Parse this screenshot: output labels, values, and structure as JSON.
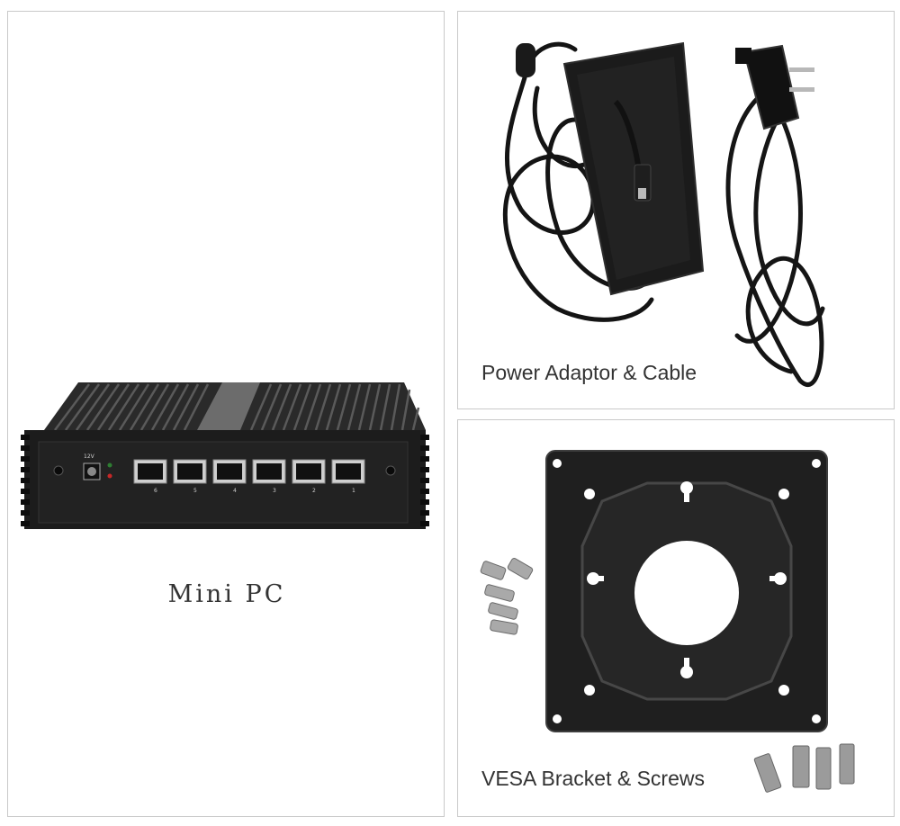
{
  "panels": {
    "mini_pc": {
      "caption": "Mini PC",
      "port_labels": [
        "6",
        "5",
        "4",
        "3",
        "2",
        "1"
      ],
      "power_label": "12V"
    },
    "power": {
      "caption": "Power Adaptor & Cable"
    },
    "vesa": {
      "caption": "VESA Bracket & Screws"
    }
  }
}
